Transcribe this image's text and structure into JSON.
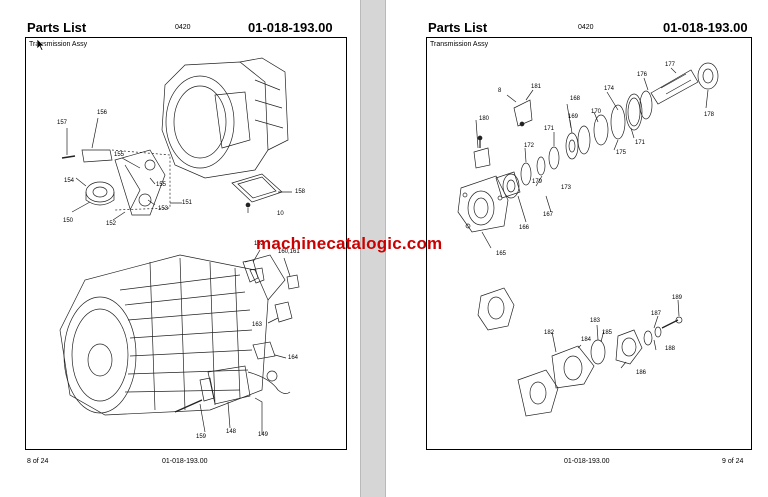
{
  "left_page": {
    "title": "Parts List",
    "code": "0420",
    "part_number": "01-018-193.00",
    "assembly": "Transmission Assy",
    "footer_page": "8 of 24",
    "footer_part": "01-018-193.00",
    "callouts": {
      "c157": "157",
      "c156": "156",
      "c155a": "155",
      "c155b": "155",
      "c154": "154",
      "c150": "150",
      "c152": "152",
      "c153": "153",
      "c151": "151",
      "c158": "158",
      "c10": "10",
      "c162": "162",
      "c160": "160,161",
      "c163": "163",
      "c164": "164",
      "c159": "159",
      "c148": "148",
      "c149": "149"
    }
  },
  "right_page": {
    "title": "Parts List",
    "code": "0420",
    "part_number": "01-018-193.00",
    "assembly": "Transmission Assy",
    "footer_part": "01-018-193.00",
    "footer_page": "9 of 24",
    "callouts": {
      "c8": "8",
      "c181": "181",
      "c168": "168",
      "c176": "176",
      "c177": "177",
      "c178": "178",
      "c174": "174",
      "c170": "170",
      "c169": "169",
      "c171a": "171",
      "c171b": "171",
      "c175": "175",
      "c180": "180",
      "c172": "172",
      "c173": "173",
      "c167": "167",
      "c179": "179",
      "c166": "166",
      "c165": "165",
      "c189": "189",
      "c187": "187",
      "c183": "183",
      "c182": "182",
      "c184": "184",
      "c185": "185",
      "c188": "188",
      "c186": "186"
    }
  },
  "watermark": "machinecatalogic.com"
}
